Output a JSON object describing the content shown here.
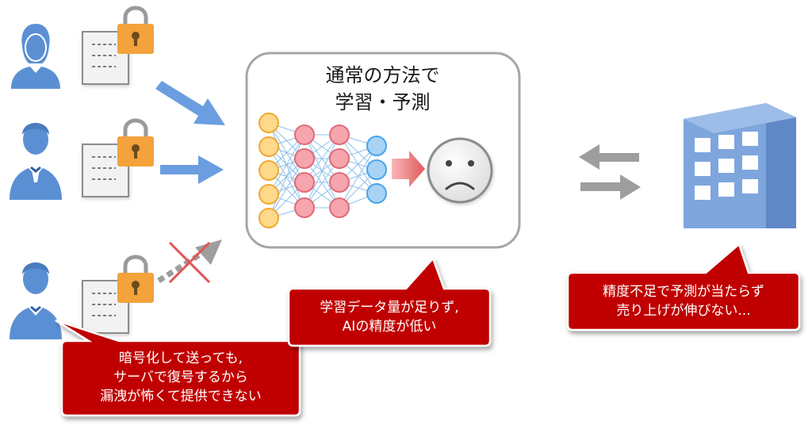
{
  "process_box": {
    "title_line1": "通常の方法で",
    "title_line2": "学習・予測"
  },
  "callouts": {
    "encryption": {
      "line1": "暗号化して送っても,",
      "line2": "サーバで復号するから",
      "line3": "漏洩が怖くて提供できない"
    },
    "data_shortage": {
      "line1": "学習データ量が足りず,",
      "line2": "AIの精度が低い"
    },
    "business": {
      "line1": "精度不足で予測が当たらず",
      "line2": "売り上げが伸びない..."
    }
  },
  "icons": {
    "users": [
      "user-woman-icon",
      "user-man-icon",
      "user-person-icon"
    ],
    "documents": [
      "locked-document-icon",
      "locked-document-icon",
      "locked-document-icon"
    ],
    "network": "neural-network-icon",
    "face": "sad-face-icon",
    "building": "company-building-icon",
    "exchange": "exchange-arrows-icon",
    "blocked": "blocked-arrow-icon"
  },
  "colors": {
    "user_blue": "#5b8fd4",
    "arrow_blue": "#6a9ee0",
    "building_blue": "#7ea6dd",
    "lock_orange": "#f3a23c",
    "callout_red": "#c00000",
    "input_node": "#ffd98a",
    "hidden_node": "#f7a5ad",
    "output_node": "#a9d3f5",
    "box_border": "#a6a6a6",
    "gray_arrow": "#9e9e9e",
    "cross_red": "#e05555"
  }
}
